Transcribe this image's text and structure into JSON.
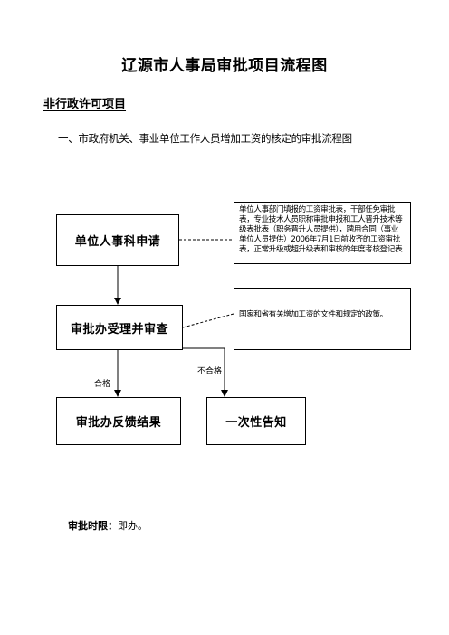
{
  "title": "辽源市人事局审批项目流程图",
  "section": "非行政许可项目",
  "subheading": "一、市政府机关、事业单位工作人员增加工资的核定的审批流程图",
  "flow": {
    "box_apply": "单位人事科申请",
    "box_accept": "审批办受理并审查",
    "box_feedback": "审批办反馈结果",
    "box_notify": "一次性告知",
    "note_materials": "单位人事部门填报的工资审批表，干部任免审批表，专业技术人员职称审批申报和工人晋升技术等级表批表（职务晋升人员提供），聘用合同（事业单位人员提供）2006年7月1日前收齐的工资审批表，正常升级或超升级表和审核的年度考核登记表",
    "note_policy": "国家和省有关增加工资的文件和规定的政策。",
    "label_pass": "合格",
    "label_fail": "不合格"
  },
  "footer": {
    "label": "审批时限：",
    "value": "即办。"
  }
}
